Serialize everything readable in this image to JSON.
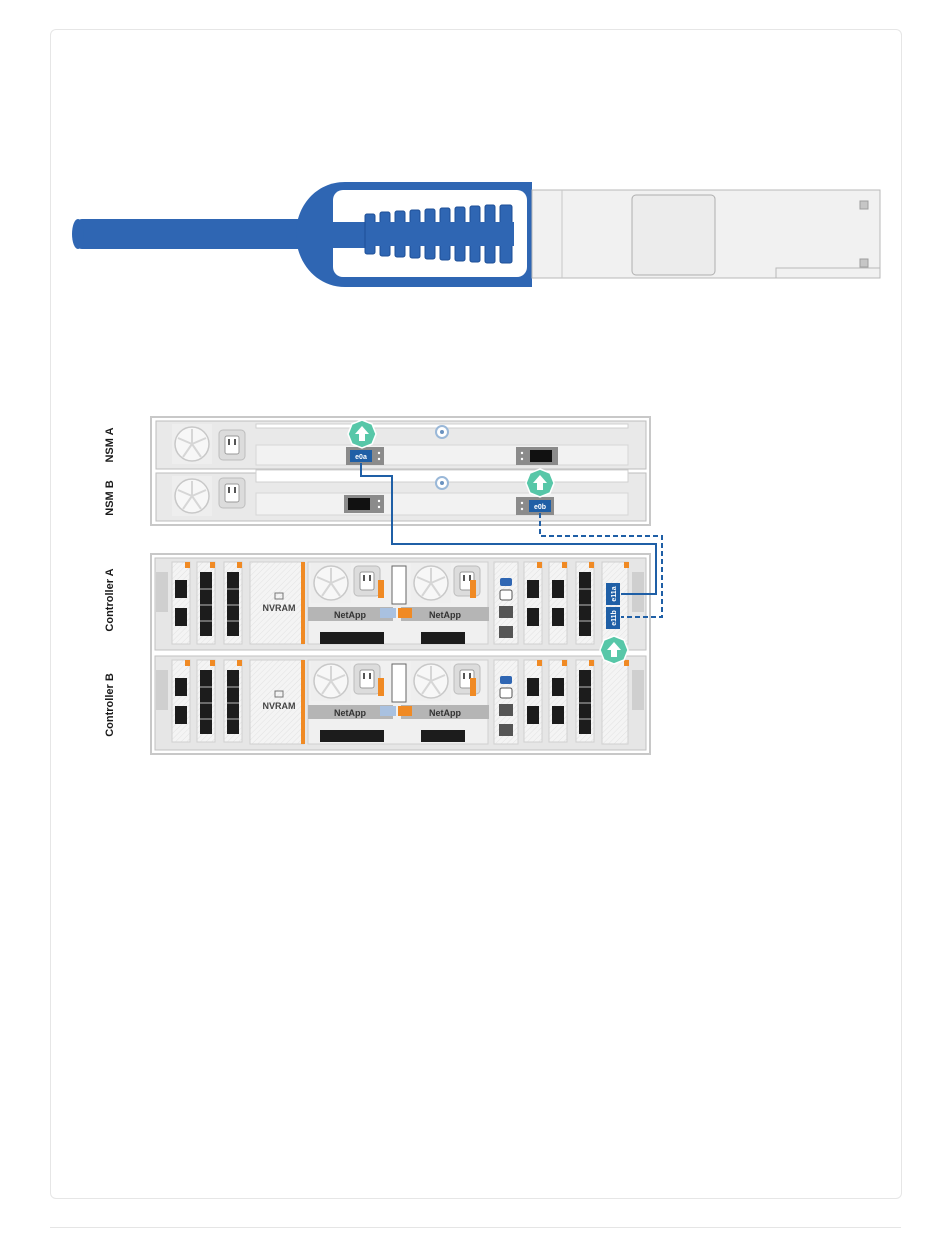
{
  "diagram": {
    "shelf_labels": [
      "NSM A",
      "NSM B"
    ],
    "controller_labels": [
      "Controller A",
      "Controller B"
    ],
    "nsm_a_port": "e0a",
    "nsm_b_port": "e0b",
    "controller_a_ports": [
      "e11a",
      "e11b"
    ],
    "brand": "NetApp",
    "nvram_label": "NVRAM",
    "cable_color": "#2f66b3",
    "link_solid_color": "#1f5fa6",
    "link_dashed_color": "#1f5fa6",
    "indicator_color": "#57c7a8",
    "highlight_port_color": "#1f5fa6",
    "accent_orange": "#f08a24"
  }
}
